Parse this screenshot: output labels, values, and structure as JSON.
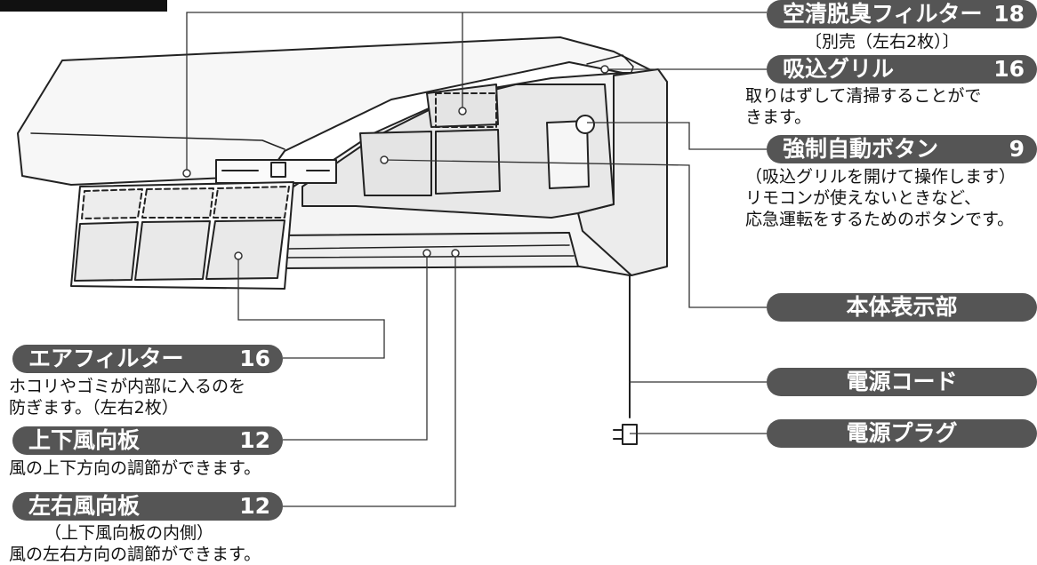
{
  "callouts": {
    "air_purify_filter": {
      "label": "空清脱臭フィルター",
      "page": "18",
      "desc": [
        "〔別売（左右2枚）〕"
      ]
    },
    "intake_grille": {
      "label": "吸込グリル",
      "page": "16",
      "desc": [
        "取りはずして清掃することがで",
        "きます。"
      ]
    },
    "forced_auto_button": {
      "label": "強制自動ボタン",
      "page": "9",
      "desc": [
        "（吸込グリルを開けて操作します）",
        "リモコンが使えないときなど、",
        "応急運転をするためのボタンです。"
      ]
    },
    "display_unit": {
      "label": "本体表示部"
    },
    "power_cord": {
      "label": "電源コード"
    },
    "power_plug": {
      "label": "電源プラグ"
    },
    "air_filter": {
      "label": "エアフィルター",
      "page": "16",
      "desc": [
        "ホコリやゴミが内部に入るのを",
        "防ぎます。（左右2枚）"
      ]
    },
    "vertical_louver": {
      "label": "上下風向板",
      "page": "12",
      "desc": [
        "風の上下方向の調節ができます。"
      ]
    },
    "horizontal_louver": {
      "label": "左右風向板",
      "page": "12",
      "desc": [
        "（上下風向板の内側）",
        "風の左右方向の調節ができます。"
      ]
    }
  },
  "colors": {
    "pill": "#555555",
    "unit_body": "#f4f4f4",
    "grille_panel": "#e4e4e4",
    "filter_cell": "#e9e9e9",
    "line": "#222222"
  }
}
